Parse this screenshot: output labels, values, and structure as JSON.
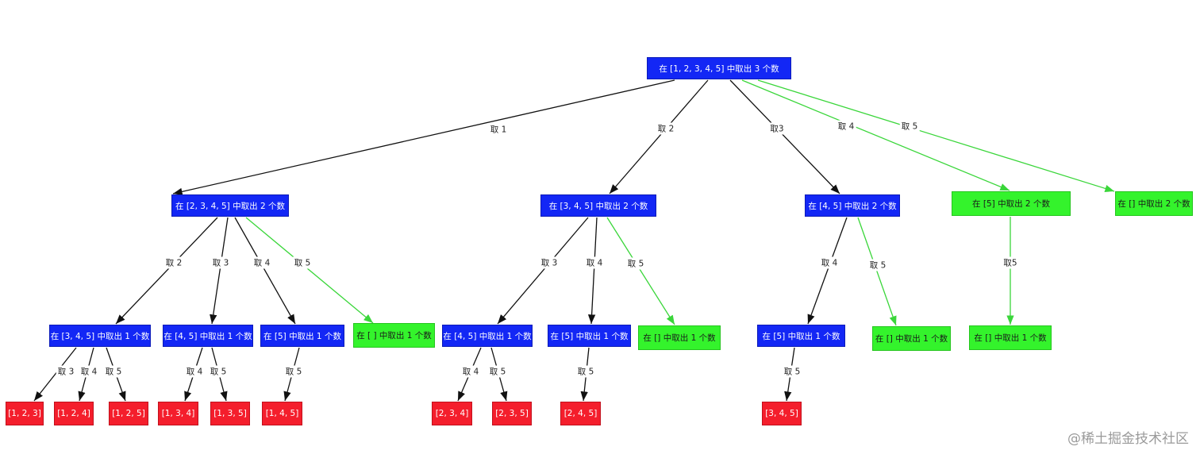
{
  "colors": {
    "blue": "#1327f5",
    "green": "#34f32c",
    "red": "#f41e2c",
    "edge_black": "#111111",
    "edge_green": "#3ad63a"
  },
  "nodes": {
    "root": "在 [1, 2, 3, 4, 5] 中取出 3 个数",
    "a1": "在 [2, 3, 4, 5] 中取出 2 个数",
    "a2": "在 [3, 4, 5] 中取出 2 个数",
    "a3": "在 [4, 5] 中取出 2 个数",
    "a4": "在 [5] 中取出 2 个数",
    "a5": "在 [] 中取出 2 个数",
    "b1": "在 [3, 4, 5] 中取出 1 个数",
    "b2": "在 [4, 5] 中取出 1 个数",
    "b3": "在 [5] 中取出 1 个数",
    "b4": "在 [ ] 中取出 1 个数",
    "b5": "在 [4, 5] 中取出 1 个数",
    "b6": "在 [5] 中取出 1 个数",
    "b7": "在 [] 中取出 1 个数",
    "b8": "在 [5] 中取出 1 个数",
    "b9": "在 [] 中取出 1 个数",
    "b10": "在 [] 中取出 1 个数",
    "r1": "[1, 2, 3]",
    "r2": "[1, 2, 4]",
    "r3": "[1, 2, 5]",
    "r4": "[1, 3, 4]",
    "r5": "[1, 3, 5]",
    "r6": "[1, 4, 5]",
    "r7": "[2, 3, 4]",
    "r8": "[2, 3, 5]",
    "r9": "[2, 4, 5]",
    "r10": "[3, 4, 5]"
  },
  "edges": {
    "root_a1": "取 1",
    "root_a2": "取 2",
    "root_a3": "取3",
    "root_a4": "取 4",
    "root_a5": "取 5",
    "a1_b1": "取 2",
    "a1_b2": "取 3",
    "a1_b3": "取 4",
    "a1_b4": "取 5",
    "a2_b5": "取 3",
    "a2_b6": "取 4",
    "a2_b7": "取 5",
    "a3_b8": "取 4",
    "a3_b9": "取 5",
    "a4_b10": "取5",
    "b1_r1": "取 3",
    "b1_r2": "取 4",
    "b1_r3": "取 5",
    "b2_r4": "取 4",
    "b2_r5": "取 5",
    "b3_r6": "取 5",
    "b5_r7": "取 4",
    "b5_r8": "取 5",
    "b6_r9": "取 5",
    "b8_r10": "取 5"
  },
  "watermark": "@稀土掘金技术社区"
}
